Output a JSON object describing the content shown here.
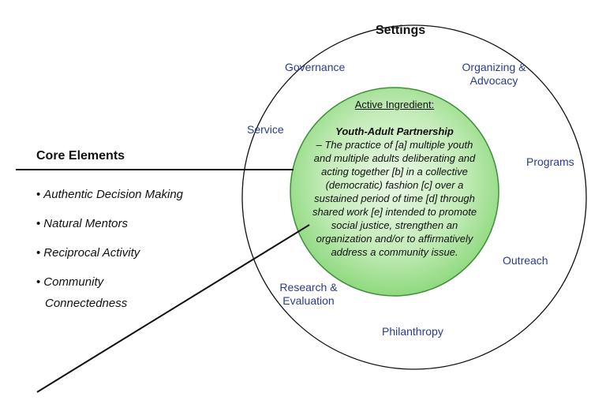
{
  "settings_title": "Settings",
  "settings": {
    "governance": "Governance",
    "organizing_advocacy": [
      "Organizing &",
      "Advocacy"
    ],
    "service": "Service",
    "programs": "Programs",
    "outreach": "Outreach",
    "research_evaluation": [
      "Research &",
      "Evaluation"
    ],
    "philanthropy": "Philanthropy"
  },
  "inner": {
    "label": "Active Ingredient:",
    "title": "Youth-Adult Partnership",
    "description": "– The practice of [a] multiple youth and multiple adults deliberating and acting together [b] in a collective (democratic) fashion [c] over a sustained period of time [d] through shared work [e] intended to promote social justice, strengthen an organization and/or to affirmatively address a community issue."
  },
  "core": {
    "title": "Core Elements",
    "bullet": "•",
    "items": [
      "Authentic Decision Making",
      "Natural Mentors",
      "Reciprocal Activity",
      "Community"
    ],
    "item4_cont": "Connectedness"
  },
  "colors": {
    "setting_text": "#2a3b8f",
    "inner_fill_center": "#e8f7e4",
    "inner_fill_edge": "#8fd97f",
    "inner_stroke": "#3f8f3a"
  }
}
